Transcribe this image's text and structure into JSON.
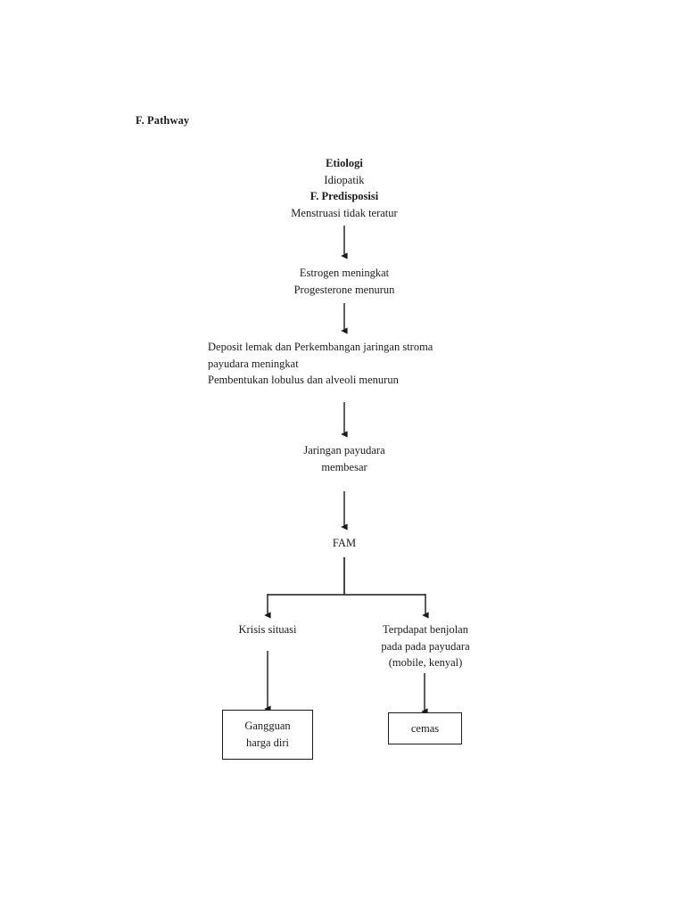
{
  "document": {
    "title": "F. Pathway",
    "background_color": "#ffffff",
    "text_color": "#1c1c1c",
    "line_color": "#1a1a1a"
  },
  "chart_data": {
    "type": "flowchart",
    "title": "F. Pathway",
    "orientation": "top-to-bottom",
    "nodes": [
      {
        "id": "etiologi",
        "lines": [
          "Etiologi",
          "Idiopatik",
          "F. Predisposisi",
          "Menstruasi tidak teratur"
        ],
        "bold_lines": [
          "Etiologi",
          "F. Predisposisi"
        ],
        "shape": "text",
        "align": "center"
      },
      {
        "id": "hormon",
        "lines": [
          "Estrogen meningkat",
          "Progesterone menurun"
        ],
        "shape": "text",
        "align": "center"
      },
      {
        "id": "deposit",
        "lines": [
          "Deposit lemak dan Perkembangan jaringan stroma",
          "payudara meningkat",
          "Pembentukan lobulus dan alveoli menurun"
        ],
        "shape": "text",
        "align": "left"
      },
      {
        "id": "jaringan",
        "lines": [
          "Jaringan payudara",
          "membesar"
        ],
        "shape": "text",
        "align": "center"
      },
      {
        "id": "fam",
        "lines": [
          "FAM"
        ],
        "shape": "text",
        "align": "center"
      },
      {
        "id": "krisis",
        "lines": [
          "Krisis situasi"
        ],
        "shape": "text",
        "align": "center"
      },
      {
        "id": "benjolan",
        "lines": [
          "Terpdapat benjolan",
          "pada pada payudara",
          "(mobile, kenyal)"
        ],
        "shape": "text",
        "align": "center"
      },
      {
        "id": "gangguan",
        "lines": [
          "Gangguan",
          "harga diri"
        ],
        "shape": "rectangle",
        "align": "center"
      },
      {
        "id": "cemas",
        "lines": [
          "cemas"
        ],
        "shape": "rectangle",
        "align": "center"
      }
    ],
    "edges": [
      {
        "from": "etiologi",
        "to": "hormon",
        "style": "arrow-down"
      },
      {
        "from": "hormon",
        "to": "deposit",
        "style": "arrow-down"
      },
      {
        "from": "deposit",
        "to": "jaringan",
        "style": "arrow-down"
      },
      {
        "from": "jaringan",
        "to": "fam",
        "style": "arrow-down"
      },
      {
        "from": "fam",
        "to": "krisis",
        "style": "branch-left-arrow-down"
      },
      {
        "from": "fam",
        "to": "benjolan",
        "style": "branch-right-arrow-down"
      },
      {
        "from": "krisis",
        "to": "gangguan",
        "style": "arrow-down"
      },
      {
        "from": "benjolan",
        "to": "cemas",
        "style": "arrow-down"
      }
    ]
  },
  "nodes": {
    "etiologi": {
      "line1": "Etiologi",
      "line2": "Idiopatik",
      "line3": "F. Predisposisi",
      "line4": "Menstruasi tidak teratur"
    },
    "hormon": {
      "line1": "Estrogen meningkat",
      "line2": "Progesterone menurun"
    },
    "deposit": {
      "line1": "Deposit lemak dan Perkembangan jaringan stroma",
      "line2": "payudara meningkat",
      "line3": "Pembentukan lobulus dan alveoli menurun"
    },
    "jaringan": {
      "line1": "Jaringan payudara",
      "line2": "membesar"
    },
    "fam": {
      "line1": "FAM"
    },
    "krisis": {
      "line1": "Krisis situasi"
    },
    "benjolan": {
      "line1": "Terpdapat benjolan",
      "line2": "pada pada payudara",
      "line3": "(mobile, kenyal)"
    },
    "gangguan": {
      "line1": "Gangguan",
      "line2": "harga diri"
    },
    "cemas": {
      "line1": "cemas"
    }
  }
}
